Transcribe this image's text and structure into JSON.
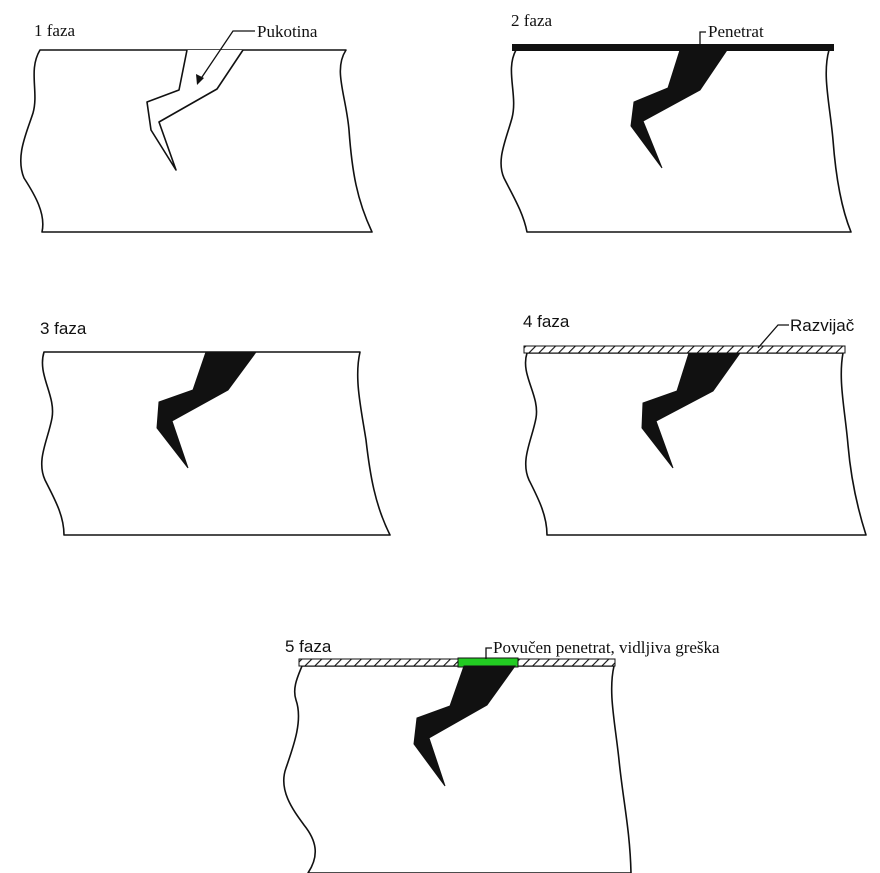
{
  "colors": {
    "ink": "#111111",
    "background": "#ffffff",
    "visible_defect": "#22cc22"
  },
  "phases": [
    {
      "title": "1 faza",
      "callout": "Pukotina"
    },
    {
      "title": "2 faza",
      "callout": "Penetrat"
    },
    {
      "title": "3 faza",
      "callout": ""
    },
    {
      "title": "4 faza",
      "callout": "Razvijač"
    },
    {
      "title": "5 faza",
      "callout": "Povučen penetrat, vidljiva greška"
    }
  ]
}
